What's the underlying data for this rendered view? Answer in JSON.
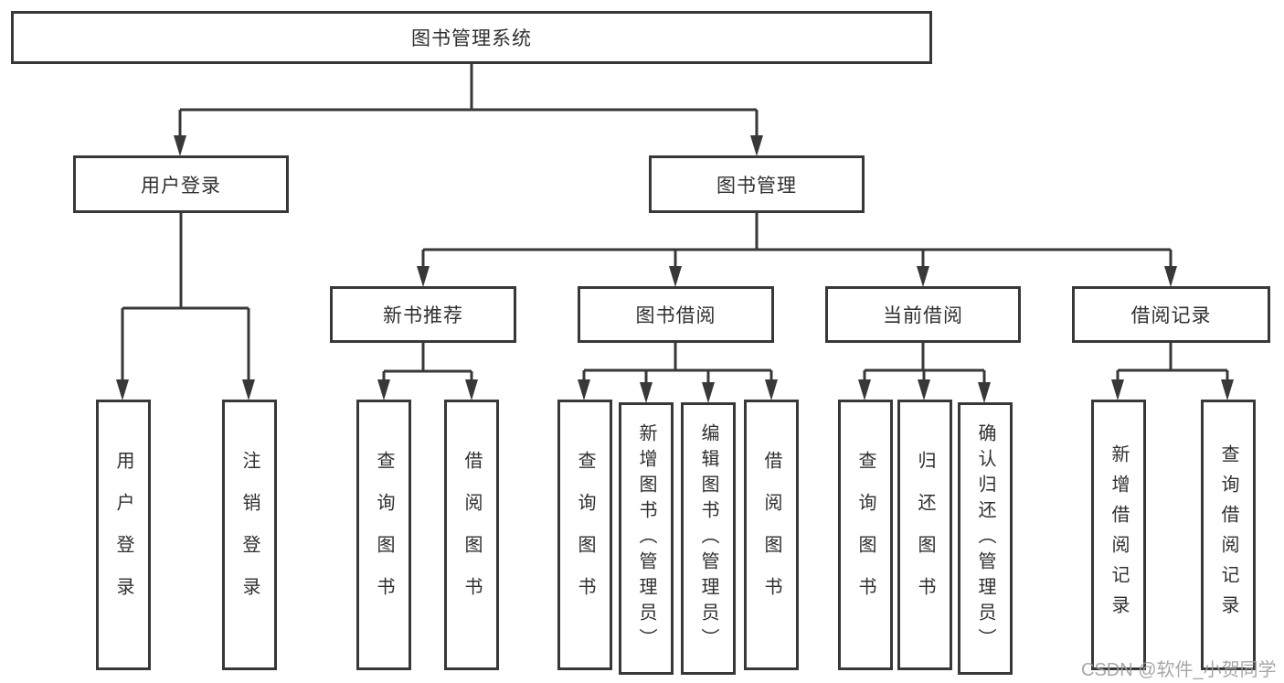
{
  "tree": {
    "root": "图书管理系统",
    "user_login": {
      "label": "用户登录",
      "children": [
        "用户登录",
        "注销登录"
      ]
    },
    "book_mgmt": {
      "label": "图书管理"
    },
    "new_book_rec": {
      "label": "新书推荐",
      "children": [
        "查询图书",
        "借阅图书"
      ]
    },
    "book_borrow": {
      "label": "图书借阅",
      "children": [
        "查询图书",
        "新增图书（管理员）",
        "编辑图书（管理员）",
        "借阅图书"
      ]
    },
    "current_borrow": {
      "label": "当前借阅",
      "children": [
        "查询图书",
        "归还图书",
        "确认归还（管理员）"
      ]
    },
    "borrow_record": {
      "label": "借阅记录",
      "children": [
        "新增借阅记录",
        "查询借阅记录"
      ]
    }
  },
  "watermark": "CSDN @软件_小贺同学",
  "colors": {
    "line": "#383838",
    "text": "#2f2f2f",
    "watermark": "#9e9e9e",
    "background": "#ffffff"
  }
}
